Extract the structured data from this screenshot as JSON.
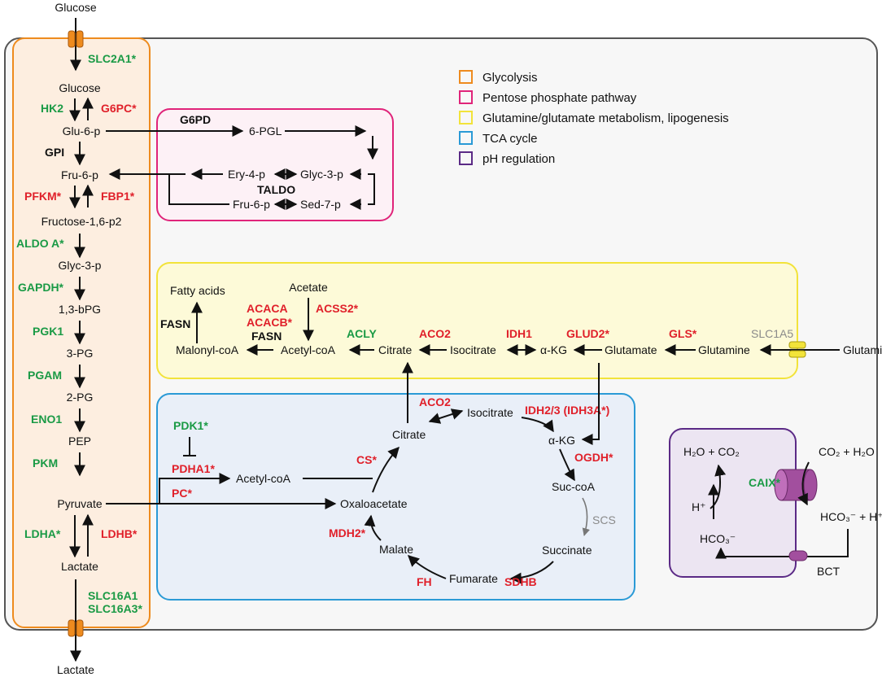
{
  "colors": {
    "glycolysis": "#ee8b1e",
    "ppp": "#e0247a",
    "glutamine": "#f2e33a",
    "tca": "#2a9ad6",
    "ph": "#5b2a86",
    "green_enzyme": "#1a9a45",
    "red_enzyme": "#e0202a"
  },
  "legend": [
    {
      "label": "Glycolysis",
      "color": "#ee8b1e"
    },
    {
      "label": "Pentose phosphate pathway",
      "color": "#e0247a"
    },
    {
      "label": "Glutamine/glutamate metabolism, lipogenesis",
      "color": "#f2e33a"
    },
    {
      "label": "TCA cycle",
      "color": "#2a9ad6"
    },
    {
      "label": "pH regulation",
      "color": "#5b2a86"
    }
  ],
  "glycolysis": {
    "ext_glucose": "Glucose",
    "ext_lactate": "Lactate",
    "slc2a1": "SLC2A1*",
    "glucose": "Glucose",
    "hk2": "HK2",
    "g6pc": "G6PC*",
    "glu6p": "Glu-6-p",
    "gpi": "GPI",
    "fru6p": "Fru-6-p",
    "pfkm": "PFKM*",
    "fbp1": "FBP1*",
    "f16p2": "Fructose-1,6-p2",
    "aldoa": "ALDO A*",
    "glyc3p": "Glyc-3-p",
    "gapdh": "GAPDH*",
    "bpg13": "1,3-bPG",
    "pgk1": "PGK1",
    "pg3": "3-PG",
    "pgam": "PGAM",
    "pg2": "2-PG",
    "eno1": "ENO1",
    "pep": "PEP",
    "pkm": "PKM",
    "pyruvate": "Pyruvate",
    "ldha": "LDHA*",
    "ldhb": "LDHB*",
    "lactate": "Lactate",
    "slc16a1": "SLC16A1",
    "slc16a3": "SLC16A3*"
  },
  "ppp": {
    "g6pd": "G6PD",
    "pgl6": "6-PGL",
    "ery4p": "Ery-4-p",
    "glyc3p": "Glyc-3-p",
    "taldo": "TALDO",
    "fru6p": "Fru-6-p",
    "sed7p": "Sed-7-p"
  },
  "lipo": {
    "fatty_acids": "Fatty acids",
    "fasn_left": "FASN",
    "acetate": "Acetate",
    "acaca": "ACACA",
    "acacb": "ACACB*",
    "fasn": "FASN",
    "acss2": "ACSS2*",
    "malonyl": "Malonyl-coA",
    "acetylcoa": "Acetyl-coA",
    "acly": "ACLY",
    "citrate": "Citrate",
    "aco2": "ACO2",
    "isocitrate": "Isocitrate",
    "idh1": "IDH1",
    "akg": "α-KG",
    "glud2": "GLUD2*",
    "glutamate": "Glutamate",
    "gls": "GLS*",
    "glutamine": "Glutamine",
    "slc1a5": "SLC1A5",
    "ext_glutamine": "Glutamine"
  },
  "tca": {
    "pdk1": "PDK1*",
    "pdha1": "PDHA1*",
    "pc": "PC*",
    "acetylcoa": "Acetyl-coA",
    "citrate": "Citrate",
    "cs": "CS*",
    "aco2": "ACO2",
    "isocitrate": "Isocitrate",
    "idh": "IDH2/3 (IDH3A*)",
    "akg": "α-KG",
    "ogdh": "OGDH*",
    "succoa": "Suc-coA",
    "scs": "SCS",
    "succinate": "Succinate",
    "sdhb": "SDHB",
    "fumarate": "Fumarate",
    "fh": "FH",
    "malate": "Malate",
    "mdh2": "MDH2*",
    "oxaloacetate": "Oxaloacetate"
  },
  "ph": {
    "h2o_co2_in": "H₂O + CO₂",
    "co2_h2o_out": "CO₂ + H₂O",
    "caix": "CAIX*",
    "hplus": "H⁺",
    "hco3_in": "HCO₃⁻",
    "hco3_h_out": "HCO₃⁻ + H⁺",
    "bct": "BCT"
  }
}
